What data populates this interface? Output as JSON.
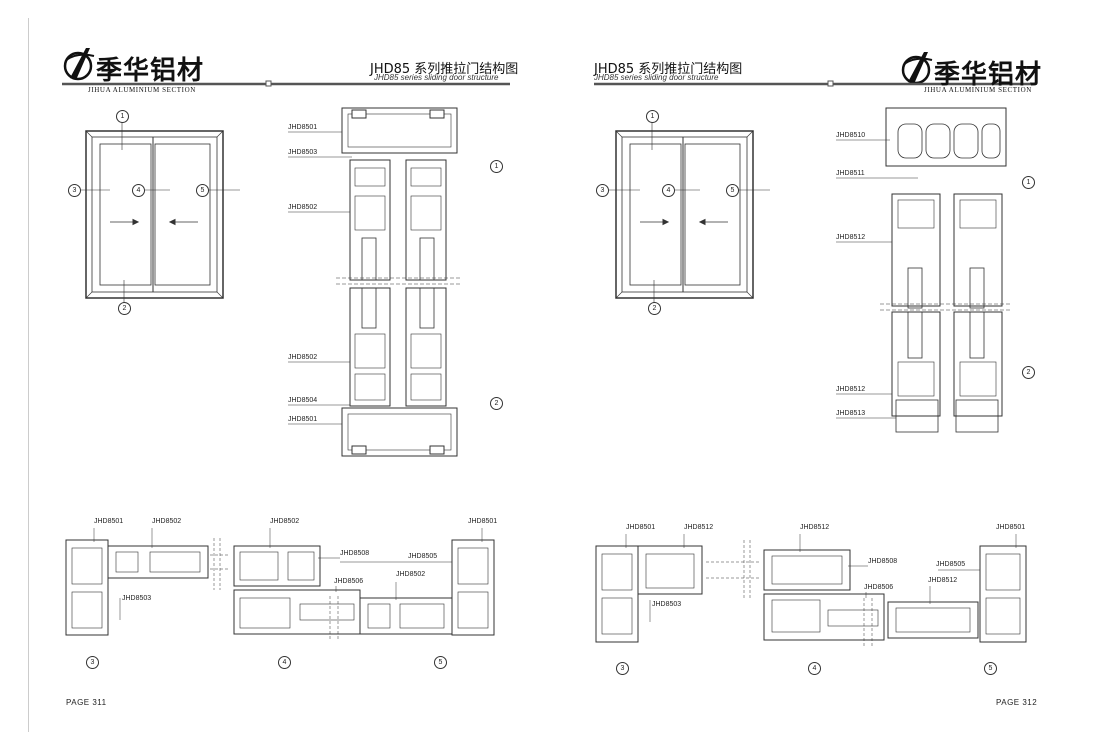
{
  "left": {
    "brand": {
      "cn": "季华铝材",
      "en": "JIHUA ALUMINIUM SECTION"
    },
    "title": {
      "cn": "JHD85 系列推拉门结构图",
      "en": "JHD85 series sliding door structure"
    },
    "elevation_markers": [
      "1",
      "2",
      "3",
      "4",
      "5"
    ],
    "vertical_section_labels": [
      "JHD8501",
      "JHD8503",
      "JHD8502",
      "JHD8502",
      "JHD8504",
      "JHD8501"
    ],
    "vertical_section_markers": [
      "1",
      "2"
    ],
    "horizontal_section_labels": [
      "JHD8501",
      "JHD8502",
      "JHD8502",
      "JHD8501",
      "JHD8508",
      "JHD8505",
      "JHD8506",
      "JHD8502",
      "JHD8503"
    ],
    "horizontal_section_markers": [
      "3",
      "4",
      "5"
    ],
    "page": "PAGE 311"
  },
  "right": {
    "brand": {
      "cn": "季华铝材",
      "en": "JIHUA ALUMINIUM SECTION"
    },
    "title": {
      "cn": "JHD85 系列推拉门结构图",
      "en": "JHD85 series sliding door structure"
    },
    "elevation_markers": [
      "1",
      "2",
      "3",
      "4",
      "5"
    ],
    "vertical_section_labels": [
      "JHD8510",
      "JHD8511",
      "JHD8512",
      "JHD8512",
      "JHD8513"
    ],
    "vertical_section_markers": [
      "1",
      "2"
    ],
    "horizontal_section_labels": [
      "JHD8501",
      "JHD8512",
      "JHD8512",
      "JHD8501",
      "JHD8508",
      "JHD8505",
      "JHD8506",
      "JHD8512",
      "JHD8503"
    ],
    "horizontal_section_markers": [
      "3",
      "4",
      "5"
    ],
    "page": "PAGE 312"
  }
}
